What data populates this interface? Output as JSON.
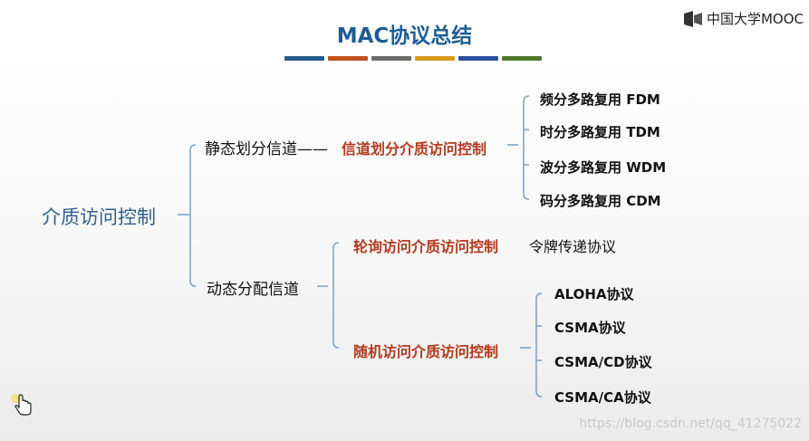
{
  "title": "MAC协议总结",
  "brand": {
    "name": "中国大学MOOC",
    "icon": "mooc-logo-icon"
  },
  "accent_bars": [
    "#2a5d8c",
    "#c0531f",
    "#6b6b6b",
    "#d69a1a",
    "#2d4f9a",
    "#4f7a2a"
  ],
  "root": "介质访问控制",
  "static": {
    "label": "静态划分信道——",
    "method": "信道划分介质访问控制",
    "items": [
      "频分多路复用 FDM",
      "时分多路复用 TDM",
      "波分多路复用 WDM",
      "码分多路复用 CDM"
    ]
  },
  "dynamic": {
    "label": "动态分配信道",
    "polling": {
      "method": "轮询访问介质访问控制",
      "item": "令牌传递协议"
    },
    "random": {
      "method": "随机访问介质访问控制",
      "items": [
        "ALOHA协议",
        "CSMA协议",
        "CSMA/CD协议",
        "CSMA/CA协议"
      ]
    }
  },
  "watermark": "https://blog.csdn.net/qq_41275022",
  "cursor": "hand-pointer-icon"
}
